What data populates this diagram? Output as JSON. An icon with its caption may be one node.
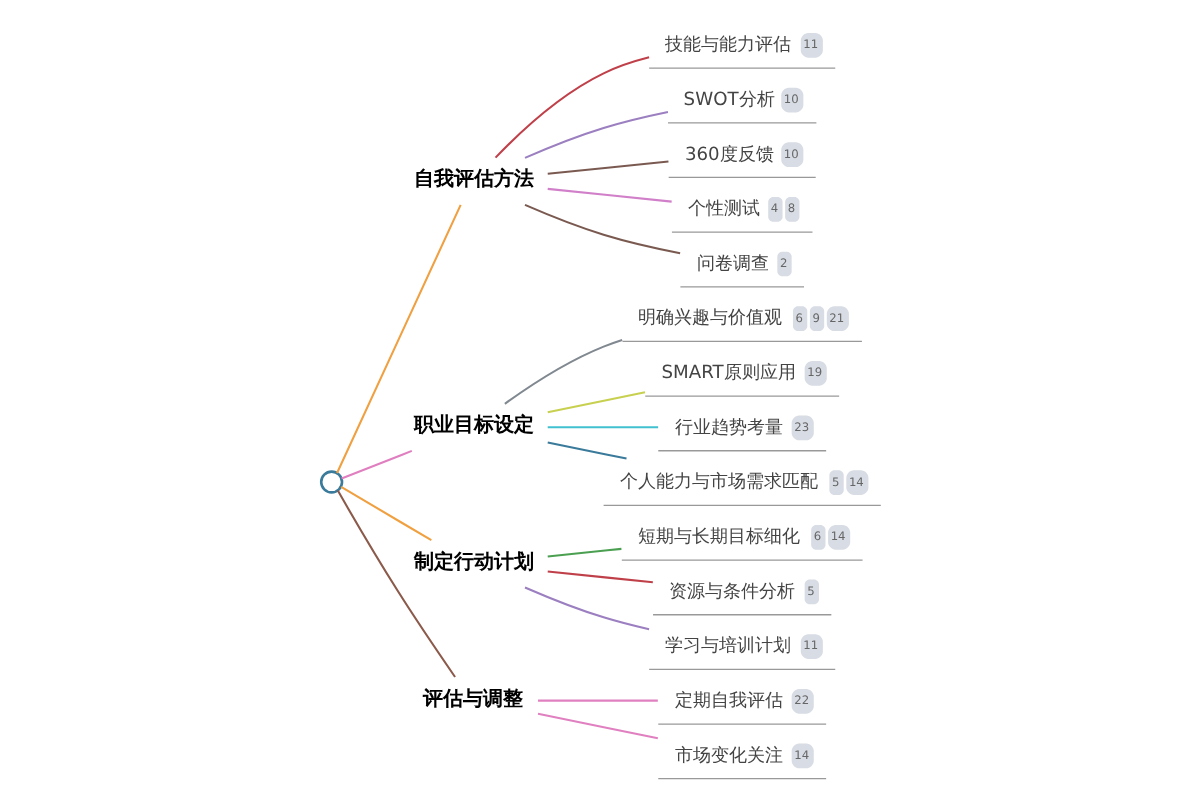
{
  "diagram": {
    "nodes": [
      {
        "text": [],
        "shape": "circle"
      },
      {
        "text": [
          "自我评估方法"
        ]
      },
      {
        "text": [
          "技能与能力评估",
          "11"
        ]
      },
      {
        "text": [
          "SWOT分析",
          "10"
        ]
      },
      {
        "text": [
          "360度反馈",
          "10"
        ]
      },
      {
        "text": [
          "个性测试",
          "4",
          "8"
        ]
      },
      {
        "text": [
          "问卷调查",
          "2"
        ]
      },
      {
        "text": [
          "职业目标设定"
        ]
      },
      {
        "text": [
          "明确兴趣与价值观",
          "6",
          "9",
          "21"
        ]
      },
      {
        "text": [
          "SMART原则应用",
          "19"
        ]
      },
      {
        "text": [
          "行业趋势考量",
          "23"
        ]
      },
      {
        "text": [
          "个人能力与市场需求匹配",
          "5",
          "14"
        ]
      },
      {
        "text": [
          "制定行动计划"
        ]
      },
      {
        "text": [
          "短期与长期目标细化",
          "6",
          "14"
        ]
      },
      {
        "text": [
          "资源与条件分析",
          "5"
        ]
      },
      {
        "text": [
          "学习与培训计划",
          "11"
        ]
      },
      {
        "text": [
          "评估与调整"
        ]
      },
      {
        "text": [
          "定期自我评估",
          "22"
        ]
      },
      {
        "text": [
          "市场变化关注",
          "14"
        ]
      }
    ],
    "edges": [
      {
        "from": 0,
        "to": 1,
        "arrow": "none",
        "color": "#f0a040"
      },
      {
        "from": 1,
        "to": 2,
        "arrow": "none",
        "color": "#c0404a"
      },
      {
        "from": 1,
        "to": 3,
        "arrow": "none",
        "color": "#9b7fc0"
      },
      {
        "from": 1,
        "to": 4,
        "arrow": "none",
        "color": "#7a5a50"
      },
      {
        "from": 1,
        "to": 5,
        "arrow": "none",
        "color": "#d07fc8"
      },
      {
        "from": 1,
        "to": 6,
        "arrow": "none",
        "color": "#7a5a50"
      },
      {
        "from": 0,
        "to": 7,
        "arrow": "none",
        "color": "#e07fc0"
      },
      {
        "from": 7,
        "to": 8,
        "arrow": "none",
        "color": "#808890"
      },
      {
        "from": 7,
        "to": 9,
        "arrow": "none",
        "color": "#c8d050"
      },
      {
        "from": 7,
        "to": 10,
        "arrow": "none",
        "color": "#40c0d0"
      },
      {
        "from": 7,
        "to": 11,
        "arrow": "none",
        "color": "#3a7a9a"
      },
      {
        "from": 0,
        "to": 12,
        "arrow": "none",
        "color": "#f0a040"
      },
      {
        "from": 12,
        "to": 13,
        "arrow": "none",
        "color": "#4aa050"
      },
      {
        "from": 12,
        "to": 14,
        "arrow": "none",
        "color": "#c0404a"
      },
      {
        "from": 12,
        "to": 15,
        "arrow": "none",
        "color": "#9b7fc0"
      },
      {
        "from": 0,
        "to": 16,
        "arrow": "none",
        "color": "#8b5a4a"
      },
      {
        "from": 16,
        "to": 17,
        "arrow": "none",
        "color": "#e080c0"
      },
      {
        "from": 16,
        "to": 18,
        "arrow": "none",
        "color": "#e080c0"
      }
    ]
  }
}
